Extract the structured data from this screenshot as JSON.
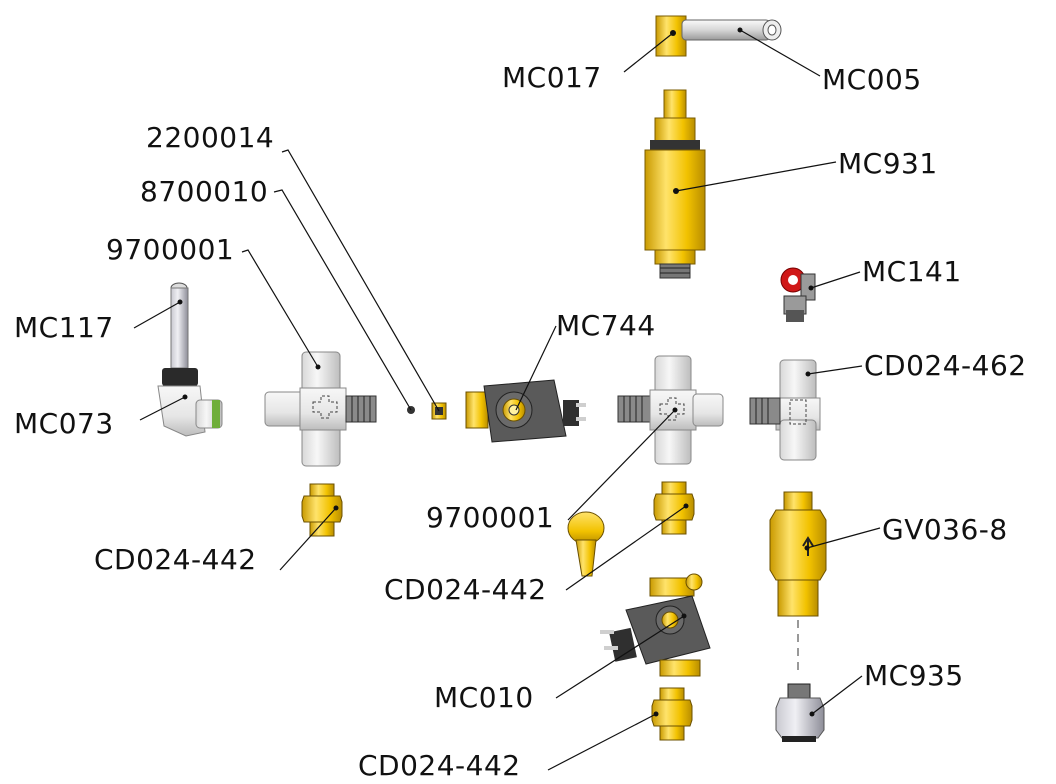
{
  "labels": {
    "mc017": "MC017",
    "mc005": "MC005",
    "mc931": "MC931",
    "p2200014": "2200014",
    "p8700010": "8700010",
    "p9700001_top": "9700001",
    "mc117": "MC117",
    "mc073": "MC073",
    "mc744": "MC744",
    "mc141": "MC141",
    "cd024_462": "CD024-462",
    "p9700001_mid": "9700001",
    "cd024_442_left": "CD024-442",
    "cd024_442_mid": "CD024-442",
    "gv036_8": "GV036-8",
    "mc010": "MC010",
    "mc935": "MC935",
    "cd024_442_bottom": "CD024-442"
  },
  "colors": {
    "brass": "#f2c200",
    "brass_dark": "#b88d00",
    "brass_light": "#ffe36b",
    "white_part": "#ececec",
    "white_shade": "#bdbdbd",
    "solenoid": "#555555",
    "solenoid_dark": "#3a3a3a",
    "red_valve": "#d01818",
    "outline": "#222222"
  }
}
